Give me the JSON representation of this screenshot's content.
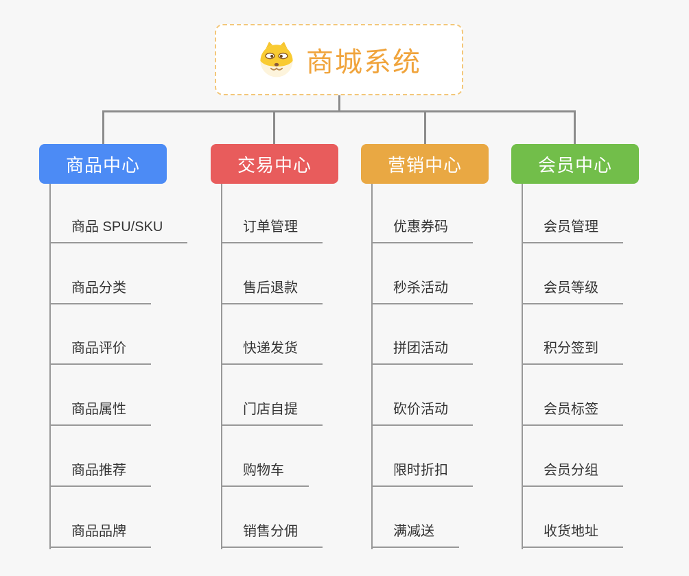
{
  "canvas": {
    "background": "#F7F7F7",
    "connector_color": "#8C8C8C",
    "child_line_color": "#989898",
    "child_text_color": "#333333"
  },
  "root": {
    "title": "商城系统",
    "icon": "doge-icon",
    "title_color": "#F0A43C",
    "border_color": "#F3C77A"
  },
  "branches": [
    {
      "label": "商品中心",
      "color": "#4C8BF5",
      "children": [
        "商品 SPU/SKU",
        "商品分类",
        "商品评价",
        "商品属性",
        "商品推荐",
        "商品品牌"
      ]
    },
    {
      "label": "交易中心",
      "color": "#E85C5C",
      "children": [
        "订单管理",
        "售后退款",
        "快递发货",
        "门店自提",
        "购物车",
        "销售分佣"
      ]
    },
    {
      "label": "营销中心",
      "color": "#E9A843",
      "children": [
        "优惠券码",
        "秒杀活动",
        "拼团活动",
        "砍价活动",
        "限时折扣",
        "满减送"
      ]
    },
    {
      "label": "会员中心",
      "color": "#72BE4A",
      "children": [
        "会员管理",
        "会员等级",
        "积分签到",
        "会员标签",
        "会员分组",
        "收货地址"
      ]
    }
  ]
}
